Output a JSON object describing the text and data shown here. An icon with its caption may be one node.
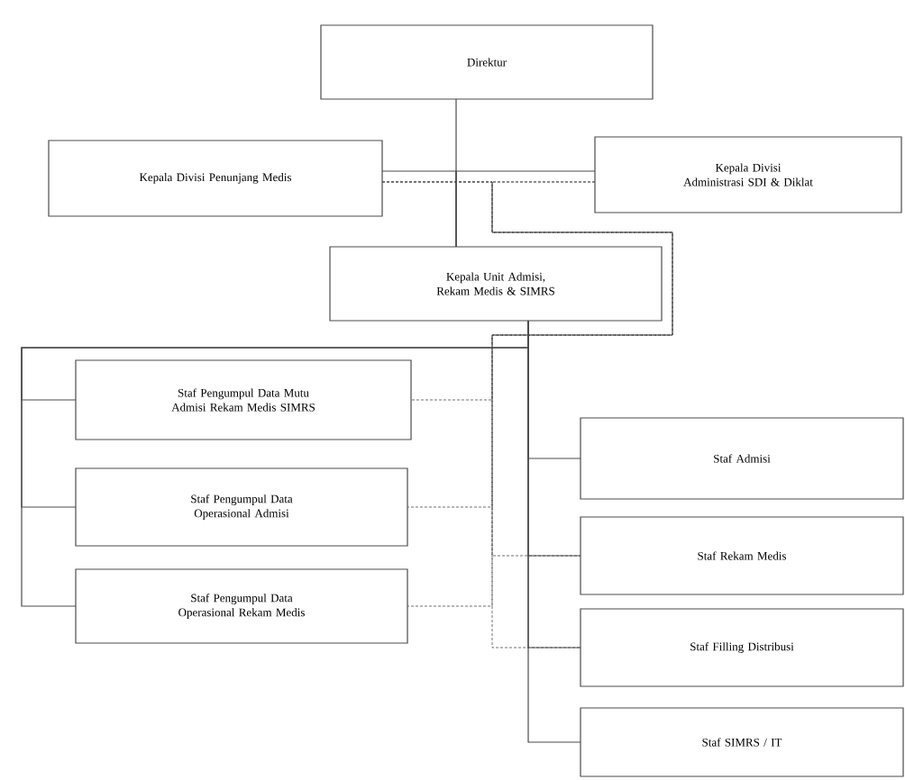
{
  "diagram": {
    "nodes": [
      {
        "text": [
          "Direktur"
        ]
      },
      {
        "text": [
          "Kepala Divisi Penunjang Medis"
        ]
      },
      {
        "text": [
          "Kepala Divisi Administrasi SDI & Diklat"
        ]
      },
      {
        "text": [
          "Kepala Unit Admisi, Rekam Medis & SIMRS"
        ]
      },
      {
        "text": [
          "Staf Pengumpul Data Mutu Admisi Rekam Medis SIMRS"
        ]
      },
      {
        "text": [
          "Staf Pengumpul Data Operasional Admisi"
        ]
      },
      {
        "text": [
          "Staf Pengumpul Data Operasional Rekam Medis"
        ]
      },
      {
        "text": [
          "Staf Admisi"
        ]
      },
      {
        "text": [
          "Staf Rekam Medis"
        ]
      },
      {
        "text": [
          "Staf Filling Distribusi"
        ]
      },
      {
        "text": [
          "Staf SIMRS / IT"
        ]
      }
    ],
    "edges": [
      {
        "from": 0,
        "to": 3,
        "arrow": "none"
      },
      {
        "from": 1,
        "to": 3,
        "arrow": "none"
      },
      {
        "from": 2,
        "to": 3,
        "arrow": "none"
      },
      {
        "from": 3,
        "to": 4,
        "arrow": "none"
      },
      {
        "from": 3,
        "to": 5,
        "arrow": "none"
      },
      {
        "from": 3,
        "to": 6,
        "arrow": "none"
      },
      {
        "from": 3,
        "to": 7,
        "arrow": "none"
      },
      {
        "from": 3,
        "to": 8,
        "arrow": "none"
      },
      {
        "from": 3,
        "to": 9,
        "arrow": "none"
      },
      {
        "from": 3,
        "to": 10,
        "arrow": "none"
      },
      {
        "from": 1,
        "to": 4,
        "arrow": "none",
        "style": "dashed"
      },
      {
        "from": 1,
        "to": 5,
        "arrow": "none",
        "style": "dashed"
      },
      {
        "from": 1,
        "to": 6,
        "arrow": "none",
        "style": "dashed"
      },
      {
        "from": 2,
        "to": 8,
        "arrow": "none",
        "style": "dashed"
      },
      {
        "from": 2,
        "to": 9,
        "arrow": "none",
        "style": "dashed"
      }
    ]
  }
}
